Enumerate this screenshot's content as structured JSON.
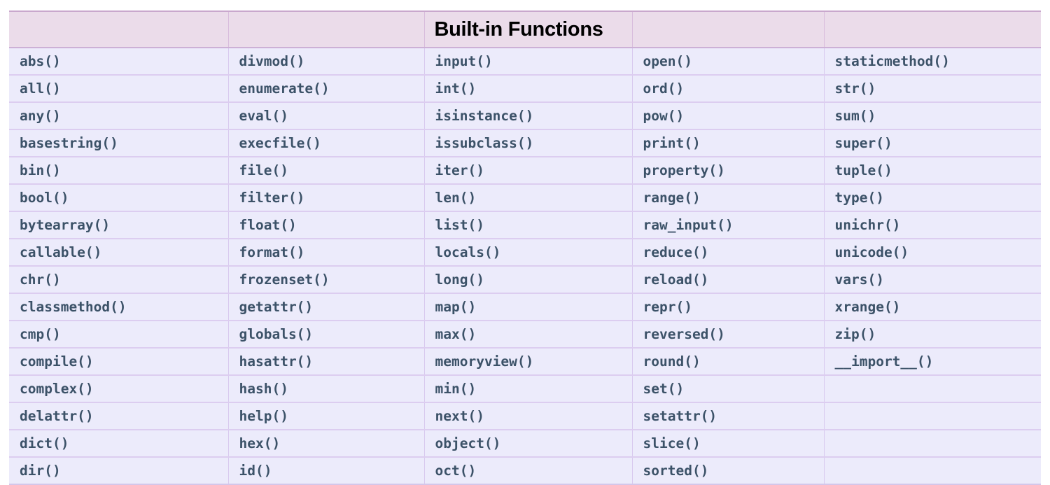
{
  "page": {
    "title": "Built-in Functions",
    "background_color": "#ffffff"
  },
  "colors": {
    "header_bg": "#ebdcea",
    "cell_bg": "#ecebfb",
    "cell_border": "#dccdf0",
    "header_border": "#c9a8cd",
    "text_color": "#3c5268",
    "title_color": "#000000"
  },
  "table": {
    "column_count": 5,
    "row_count": 17,
    "headers": [
      "",
      "",
      "Built-in Functions",
      "",
      ""
    ],
    "rows": [
      [
        "abs()",
        "divmod()",
        "input()",
        "open()",
        "staticmethod()"
      ],
      [
        "all()",
        "enumerate()",
        "int()",
        "ord()",
        "str()"
      ],
      [
        "any()",
        "eval()",
        "isinstance()",
        "pow()",
        "sum()"
      ],
      [
        "basestring()",
        "execfile()",
        "issubclass()",
        "print()",
        "super()"
      ],
      [
        "bin()",
        "file()",
        "iter()",
        "property()",
        "tuple()"
      ],
      [
        "bool()",
        "filter()",
        "len()",
        "range()",
        "type()"
      ],
      [
        "bytearray()",
        "float()",
        "list()",
        "raw_input()",
        "unichr()"
      ],
      [
        "callable()",
        "format()",
        "locals()",
        "reduce()",
        "unicode()"
      ],
      [
        "chr()",
        "frozenset()",
        "long()",
        "reload()",
        "vars()"
      ],
      [
        "classmethod()",
        "getattr()",
        "map()",
        "repr()",
        "xrange()"
      ],
      [
        "cmp()",
        "globals()",
        "max()",
        "reversed()",
        "zip()"
      ],
      [
        "compile()",
        "hasattr()",
        "memoryview()",
        "round()",
        "__import__()"
      ],
      [
        "complex()",
        "hash()",
        "min()",
        "set()",
        ""
      ],
      [
        "delattr()",
        "help()",
        "next()",
        "setattr()",
        ""
      ],
      [
        "dict()",
        "hex()",
        "object()",
        "slice()",
        ""
      ],
      [
        "dir()",
        "id()",
        "oct()",
        "sorted()",
        ""
      ]
    ]
  }
}
